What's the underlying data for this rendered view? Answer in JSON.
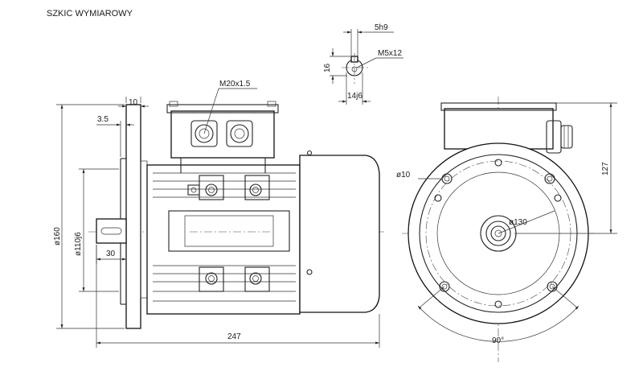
{
  "sheet": {
    "title": "SZKIC WYMIAROWY"
  },
  "dimensions": {
    "key_width": "5h9",
    "thread_center": "M5x12",
    "shaft_height": "16",
    "shaft_diameter": "14j6",
    "cable_gland_thread": "M20x1.5",
    "flange_thickness": "10",
    "spigot_depth": "3.5",
    "flange_diameter": "ø160",
    "spigot_diameter": "ø110j6",
    "shaft_length": "30",
    "overall_length": "247",
    "hole_diameter": "ø10",
    "pitch_circle": "ø130",
    "terminal_box_height": "127",
    "hole_angle": "90°"
  },
  "colors": {
    "line": "#222222",
    "background": "#ffffff"
  }
}
